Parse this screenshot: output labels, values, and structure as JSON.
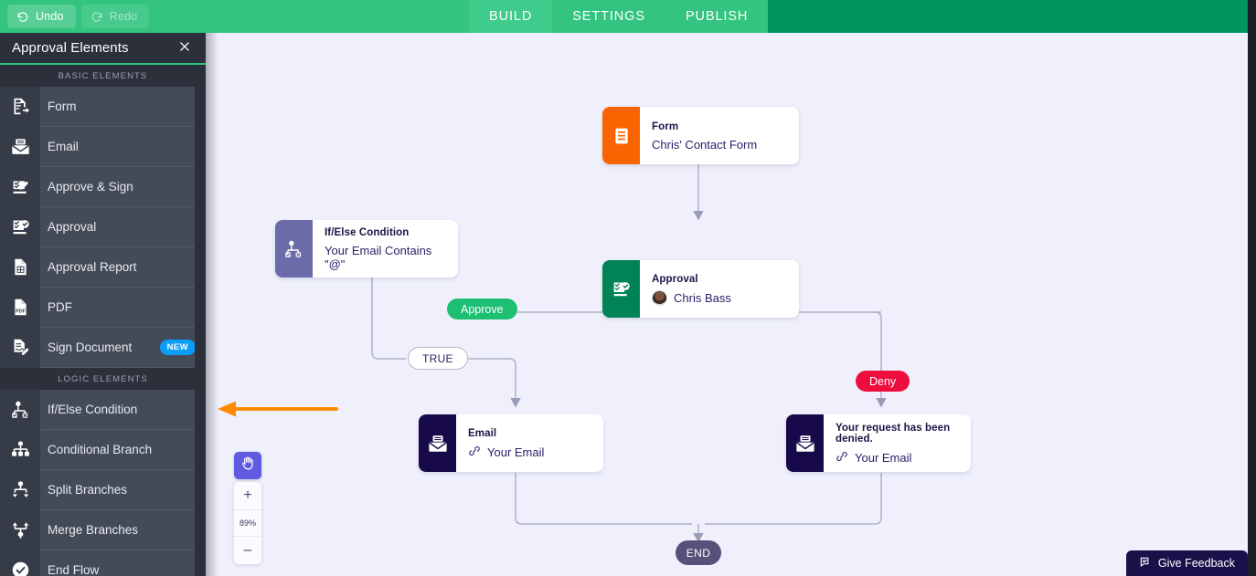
{
  "topbar": {
    "undo_label": "Undo",
    "redo_label": "Redo",
    "tabs": [
      {
        "label": "BUILD",
        "active": true
      },
      {
        "label": "SETTINGS",
        "active": false
      },
      {
        "label": "PUBLISH",
        "active": false
      }
    ],
    "brand_color": "#33c47f",
    "active_tab_color": "#3ecb8b"
  },
  "sidebar": {
    "title": "Approval Elements",
    "close_icon": "close-icon",
    "sections": [
      {
        "label": "BASIC ELEMENTS",
        "items": [
          {
            "label": "Form",
            "icon": "form-icon"
          },
          {
            "label": "Email",
            "icon": "email-icon"
          },
          {
            "label": "Approve & Sign",
            "icon": "approve-sign-icon"
          },
          {
            "label": "Approval",
            "icon": "approval-icon"
          },
          {
            "label": "Approval Report",
            "icon": "approval-report-icon"
          },
          {
            "label": "PDF",
            "icon": "pdf-icon"
          },
          {
            "label": "Sign Document",
            "icon": "sign-document-icon",
            "badge": "NEW"
          }
        ]
      },
      {
        "label": "LOGIC ELEMENTS",
        "items": [
          {
            "label": "If/Else Condition",
            "icon": "if-else-condition-icon"
          },
          {
            "label": "Conditional Branch",
            "icon": "conditional-branch-icon"
          },
          {
            "label": "Split Branches",
            "icon": "split-branches-icon"
          },
          {
            "label": "Merge Branches",
            "icon": "merge-branches-icon"
          },
          {
            "label": "End Flow",
            "icon": "end-flow-icon"
          }
        ]
      }
    ]
  },
  "canvas": {
    "background_color": "#eff0fb",
    "nodes": [
      {
        "id": "form",
        "title": "Form",
        "subtitle": "Chris' Contact Form",
        "icon": "form-node-icon",
        "accent_color": "#f96302"
      },
      {
        "id": "approval",
        "title": "Approval",
        "subtitle": "Chris Bass",
        "icon": "approval-node-icon",
        "accent_color": "#008456",
        "avatar": "avatar"
      },
      {
        "id": "ifelse",
        "title": "If/Else Condition",
        "subtitle": "Your Email Contains \"@\"",
        "icon": "if-else-node-icon",
        "accent_color": "#6a6ba8"
      },
      {
        "id": "email-true",
        "title": "Email",
        "subtitle": "Your Email",
        "icon": "email-node-icon",
        "accent_color": "#180a4a",
        "link_icon": "link-icon"
      },
      {
        "id": "email-deny",
        "title": "Your request has been denied.",
        "subtitle": "Your Email",
        "icon": "email-node-icon",
        "accent_color": "#180a4a",
        "link_icon": "link-icon"
      }
    ],
    "pills": [
      {
        "id": "approve",
        "label": "Approve",
        "color": "#1dbf73"
      },
      {
        "id": "deny",
        "label": "Deny",
        "color": "#ef0d3d"
      },
      {
        "id": "true",
        "label": "TRUE",
        "color": "#ffffff"
      }
    ],
    "end_node_label": "END"
  },
  "controls": {
    "pan_icon": "hand-icon",
    "zoom_in_label": "+",
    "zoom_level": "89%",
    "zoom_out_label": "–"
  },
  "feedback": {
    "label": "Give Feedback",
    "icon": "feedback-icon"
  },
  "annotation": {
    "arrow_color": "#ff8c00",
    "points_to": "If/Else Condition"
  }
}
